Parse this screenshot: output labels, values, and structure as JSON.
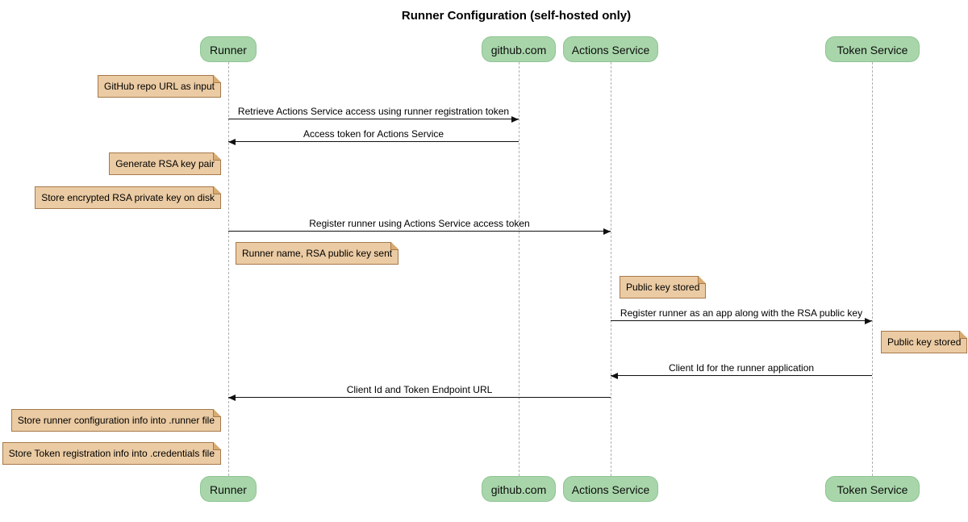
{
  "title": "Runner Configuration (self-hosted only)",
  "colors": {
    "actor_fill": "#A8D6AA",
    "note_fill": "#EBCBA3",
    "note_border": "#A6794C",
    "lifeline": "#B0B0B0",
    "arrow": "#101010",
    "background": "#FFFFFF"
  },
  "actors": [
    {
      "label": "Runner"
    },
    {
      "label": "github.com"
    },
    {
      "label": "Actions Service"
    },
    {
      "label": "Token Service"
    }
  ],
  "messages": [
    {
      "label": "Retrieve Actions Service access using runner registration token",
      "from": "Runner",
      "to": "github.com",
      "direction": "right"
    },
    {
      "label": "Access token for Actions Service",
      "from": "github.com",
      "to": "Runner",
      "direction": "left"
    },
    {
      "label": "Register runner using Actions Service access token",
      "from": "Runner",
      "to": "Actions Service",
      "direction": "right"
    },
    {
      "label": "Register runner as an app along with the RSA public key",
      "from": "Actions Service",
      "to": "Token Service",
      "direction": "right"
    },
    {
      "label": "Client Id for the runner application",
      "from": "Token Service",
      "to": "Actions Service",
      "direction": "left"
    },
    {
      "label": "Client Id and Token Endpoint URL",
      "from": "Actions Service",
      "to": "Runner",
      "direction": "left"
    }
  ],
  "notes": [
    {
      "label": "GitHub repo URL as input",
      "position": "left of Runner"
    },
    {
      "label": "Generate RSA key pair",
      "position": "left of Runner"
    },
    {
      "label": "Store encrypted RSA private key on disk",
      "position": "left of Runner"
    },
    {
      "label": "Runner name, RSA public key sent",
      "position": "right of Runner"
    },
    {
      "label": "Public key stored",
      "position": "right of Actions Service"
    },
    {
      "label": "Public key stored",
      "position": "right of Token Service"
    },
    {
      "label": "Store runner configuration info into .runner file",
      "position": "left of Runner"
    },
    {
      "label": "Store Token registration info into .credentials file",
      "position": "left of Runner"
    }
  ]
}
